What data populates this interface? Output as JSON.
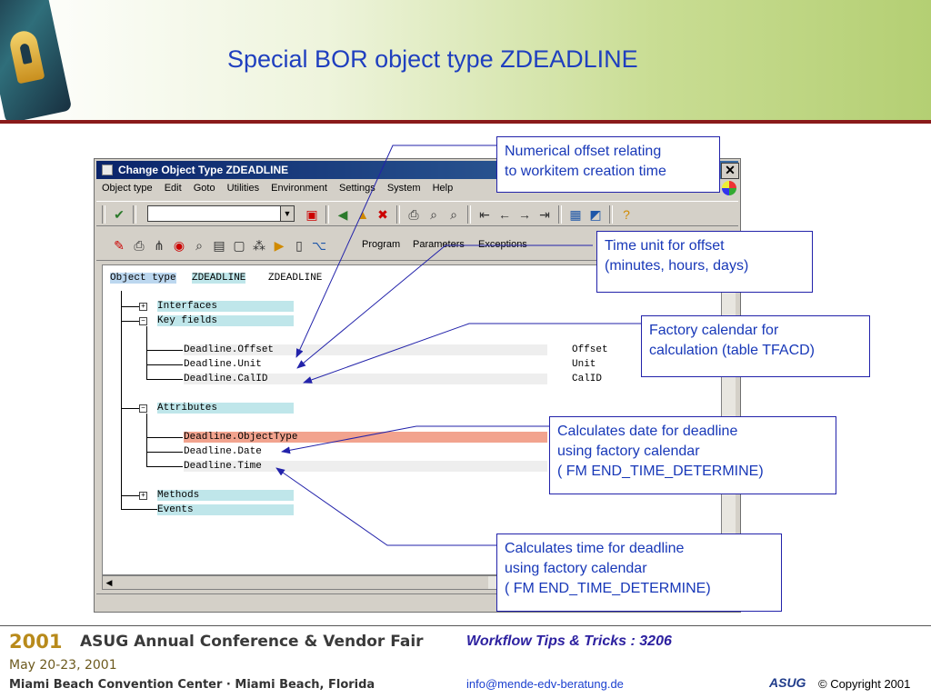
{
  "slide": {
    "title": "Special BOR object type ZDEADLINE"
  },
  "window": {
    "title": "Change Object Type ZDEADLINE",
    "close_symbol": "✕",
    "menu": [
      "Object type",
      "Edit",
      "Goto",
      "Utilities",
      "Environment",
      "Settings",
      "System",
      "Help"
    ],
    "command_field_value": "",
    "toolbar2_buttons": [
      "Program",
      "Parameters",
      "Exceptions"
    ],
    "icons": {
      "toolbar1": [
        "check-icon",
        "save-icon",
        "back-icon",
        "exit-icon",
        "cancel-icon",
        "print-icon",
        "find-icon",
        "find-next-icon",
        "first-page-icon",
        "previous-page-icon",
        "next-page-icon",
        "last-page-icon",
        "create-session-icon",
        "shortcut-icon",
        "help-icon"
      ],
      "toolbar2": [
        "edit-icon",
        "print-icon",
        "hierarchy-icon",
        "check-icon",
        "search-icon",
        "display-icon",
        "new-icon",
        "structure-icon",
        "execute-icon",
        "delete-icon",
        "where-used-icon"
      ]
    }
  },
  "tree": {
    "object_type_label": "Object type",
    "object_type_value": "ZDEADLINE",
    "object_type_desc": "ZDEADLINE",
    "interfaces": "Interfaces",
    "key_fields": "Key fields",
    "key_field_items": [
      {
        "name": "Deadline.Offset",
        "desc": "Offset"
      },
      {
        "name": "Deadline.Unit",
        "desc": "Unit"
      },
      {
        "name": "Deadline.CalID",
        "desc": "CalID"
      }
    ],
    "attributes": "Attributes",
    "attribute_items": [
      "Deadline.ObjectType",
      "Deadline.Date",
      "Deadline.Time"
    ],
    "methods": "Methods",
    "events": "Events"
  },
  "callouts": {
    "offset": "Numerical offset  relating\nto workitem creation time",
    "unit": "Time unit for offset\n(minutes, hours, days)",
    "calid": "Factory calendar for\ncalculation (table TFACD)",
    "date": "Calculates date for deadline\nusing factory calendar\n( FM END_TIME_DETERMINE)",
    "time": "Calculates time for deadline\nusing factory calendar\n( FM END_TIME_DETERMINE)"
  },
  "footer": {
    "year": "2001",
    "conference": "ASUG Annual Conference & Vendor Fair",
    "dates": "May 20-23, 2001",
    "location": "Miami Beach Convention Center · Miami Beach, Florida",
    "talk": "Workflow Tips & Tricks : 3206",
    "email": "info@mende-edv-beratung.de",
    "asug": "ASUG",
    "copyright": "© Copyright 2001"
  },
  "colors": {
    "title_blue": "#1f3fbf",
    "callout_text": "#1838b8",
    "highlight_red": "#f2a38e",
    "highlight_cyan": "#bfe6ea"
  }
}
